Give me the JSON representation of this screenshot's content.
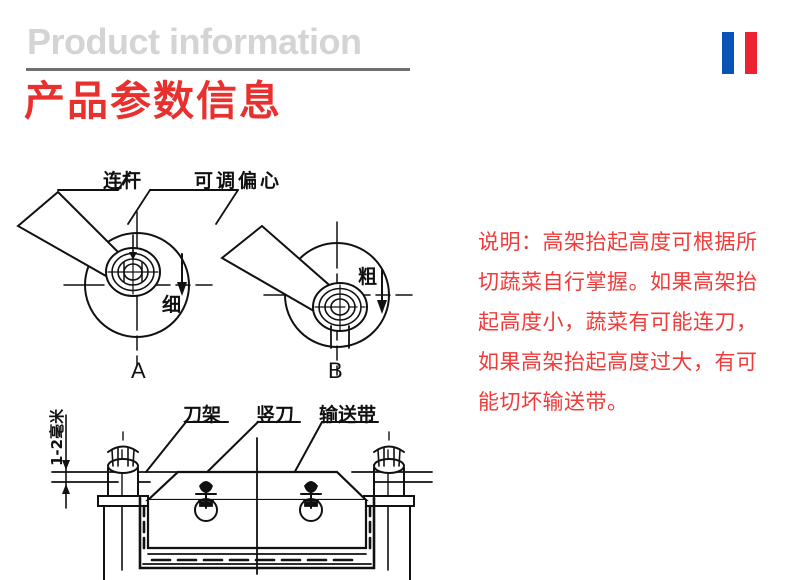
{
  "header": {
    "title_en": "Product information",
    "title_cn": "产品参数信息",
    "accent_red": "#e8312f",
    "accent_gray": "#d4d4d5",
    "rule_color": "#6f6f6f",
    "flag": {
      "bar_blue_color": "#0a52b5",
      "bar_red_color": "#ea2231"
    }
  },
  "note": {
    "text": "说明：高架抬起高度可根据所切蔬菜自行掌握。如果高架抬起高度小，蔬菜有可能连刀，如果高架抬起高度过大，有可能切坏输送带。",
    "color": "#ef3b3a"
  },
  "diagram": {
    "top_labels": {
      "connecting_rod": "连杆",
      "adjustable_eccentric": "可调偏心"
    },
    "view_a": {
      "caption": "A",
      "eccentric_mark": "细"
    },
    "view_b": {
      "caption": "B",
      "eccentric_mark": "粗"
    },
    "bottom_labels": {
      "knife_frame": "刀架",
      "vertical_knife": "竖刀",
      "conveyor_belt": "输送带",
      "gap_dimension": "1-2毫米"
    }
  }
}
